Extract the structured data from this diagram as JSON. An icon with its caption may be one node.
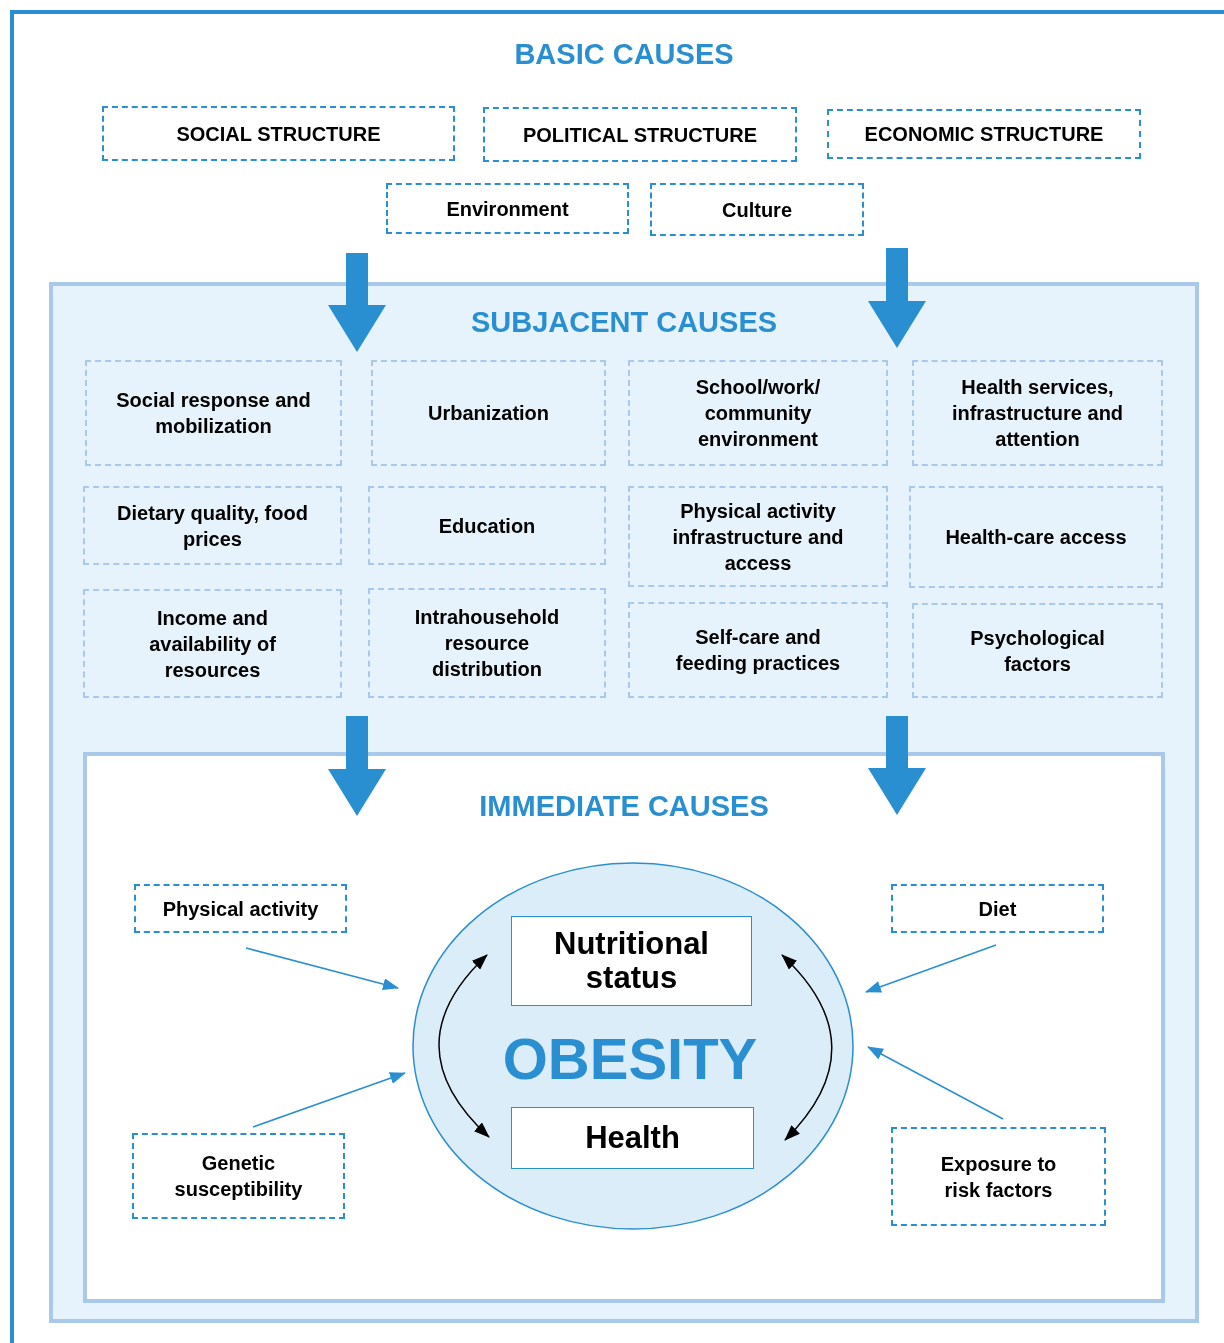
{
  "diagram": {
    "nodes": [
      {
        "text": [
          "BASIC CAUSES"
        ]
      },
      {
        "text": [
          "SOCIAL STRUCTURE"
        ],
        "in": 0
      },
      {
        "text": [
          "POLITICAL STRUCTURE"
        ],
        "in": 0
      },
      {
        "text": [
          "ECONOMIC STRUCTURE"
        ],
        "in": 0
      },
      {
        "text": [
          "Environment"
        ],
        "in": 0
      },
      {
        "text": [
          "Culture"
        ],
        "in": 0
      },
      {
        "text": [
          "SUBJACENT CAUSES"
        ],
        "in": 0
      },
      {
        "text": [
          "Social response and mobilization"
        ],
        "in": 6
      },
      {
        "text": [
          "Urbanization"
        ],
        "in": 6
      },
      {
        "text": [
          "School/work/ community environment"
        ],
        "in": 6
      },
      {
        "text": [
          "Health services, infrastructure and attention"
        ],
        "in": 6
      },
      {
        "text": [
          "Dietary quality, food prices"
        ],
        "in": 6
      },
      {
        "text": [
          "Education"
        ],
        "in": 6
      },
      {
        "text": [
          "Physical activity infrastructure and access"
        ],
        "in": 6
      },
      {
        "text": [
          "Health-care access"
        ],
        "in": 6
      },
      {
        "text": [
          "Income and availability of resources"
        ],
        "in": 6
      },
      {
        "text": [
          "Intrahousehold resource distribution"
        ],
        "in": 6
      },
      {
        "text": [
          "Self-care and feeding practices"
        ],
        "in": 6
      },
      {
        "text": [
          "Psychological factors"
        ],
        "in": 6
      },
      {
        "text": [
          "IMMEDIATE CAUSES"
        ],
        "in": 6
      },
      {
        "text": [
          "Physical activity"
        ],
        "in": 19
      },
      {
        "text": [
          "Diet"
        ],
        "in": 19
      },
      {
        "text": [
          "OBESITY"
        ],
        "in": 19
      },
      {
        "text": [
          "Nutritional status"
        ],
        "in": 22
      },
      {
        "text": [
          "Health"
        ],
        "in": 22
      },
      {
        "text": [
          "Genetic susceptibility"
        ],
        "in": 19
      },
      {
        "text": [
          "Exposure to risk factors"
        ],
        "in": 19
      }
    ],
    "edges": [
      {
        "from": null,
        "to": 6,
        "arrow": "to",
        "style": "thick"
      },
      {
        "from": null,
        "to": 6,
        "arrow": "to",
        "style": "thick"
      },
      {
        "from": null,
        "to": 19,
        "arrow": "to",
        "style": "thick"
      },
      {
        "from": null,
        "to": 19,
        "arrow": "to",
        "style": "thick"
      },
      {
        "from": 20,
        "to": 22,
        "arrow": "to"
      },
      {
        "from": 25,
        "to": 22,
        "arrow": "to"
      },
      {
        "from": 21,
        "to": 22,
        "arrow": "to"
      },
      {
        "from": 26,
        "to": 22,
        "arrow": "to"
      },
      {
        "from": 23,
        "to": 24,
        "arrow": "both",
        "color": "#000000"
      },
      {
        "from": 23,
        "to": 24,
        "arrow": "both",
        "color": "#000000"
      }
    ]
  }
}
